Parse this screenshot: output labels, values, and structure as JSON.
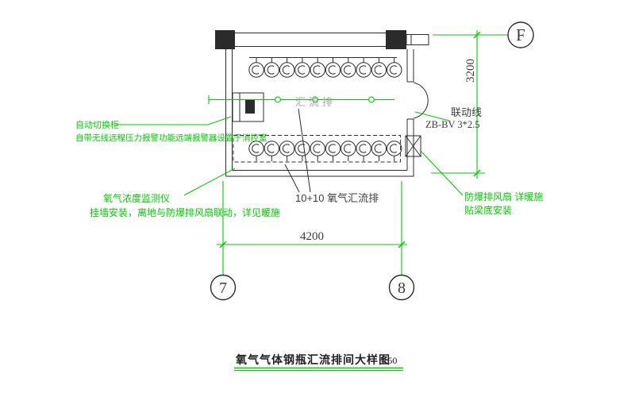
{
  "colors": {
    "annotation_green": "#00cc00",
    "line_dark": "#2b2b2b",
    "dim_text": "#3c3c3c",
    "watermark_gray": "#a8a8a8"
  },
  "title": {
    "text": "氧气气体钢瓶汇流排间大样图",
    "scale": "1:50"
  },
  "grid_markers": {
    "top_right": "F",
    "bottom_left": "7",
    "bottom_right": "8"
  },
  "dimensions": {
    "width_mm": "4200",
    "height_mm": "3200"
  },
  "annotations": {
    "auto_switch_cabinet": "自动切换柜",
    "remote_alarm_note": "自带无线远程压力报警功能远端报警器设置于消控室",
    "o2_monitor": "氧气浓度监测仪",
    "o2_monitor_note": "挂墙安装，离地与防爆排风扇联动，详见暖施",
    "manifold_label": "10+10  氧气汇流排",
    "fan_label": "防爆排风扇  详暖施",
    "fan_note": "贴梁底安装",
    "linkage_line_label": "联动线",
    "cable_spec": "ZB-BV 3*2.5",
    "manifold_watermark": "汇流排"
  },
  "equipment": {
    "cylinder_rows": [
      {
        "name": "top",
        "count": 10
      },
      {
        "name": "bottom",
        "count": 10
      }
    ]
  }
}
